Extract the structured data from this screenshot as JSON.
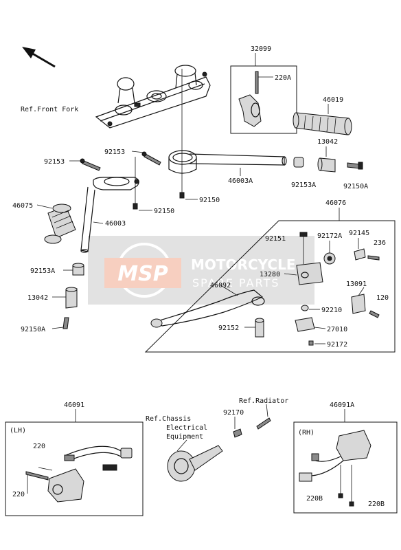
{
  "watermark": {
    "brand": "MSP",
    "line1": "MOTORCYCLE",
    "line2": "SPARE PARTS"
  },
  "labels": {
    "p32099": "32099",
    "p220A": "220A",
    "p46019": "46019",
    "pRefFrontFork": "Ref.Front Fork",
    "p13042a": "13042",
    "p92153a": "92153",
    "p92153b": "92153",
    "p46003A": "46003A",
    "p92153Aa": "92153A",
    "p92150Aa": "92150A",
    "p92150a": "92150",
    "p92150b": "92150",
    "p46075": "46075",
    "p46003": "46003",
    "p46076": "46076",
    "p92151": "92151",
    "p92172A": "92172A",
    "p92145": "92145",
    "p236": "236",
    "p92153Ab": "92153A",
    "p13280": "13280",
    "p46092": "46092",
    "p13091": "13091",
    "p13042b": "13042",
    "p120": "120",
    "p92210": "92210",
    "p92152": "92152",
    "p27010": "27010",
    "p92150Ab": "92150A",
    "p92172": "92172",
    "p46091": "46091",
    "pRefRadiator": "Ref.Radiator",
    "pRefChassis1": "Ref.Chassis",
    "pRefChassis2": "Electrical",
    "pRefChassis3": "Equipment",
    "p92170": "92170",
    "p46091A": "46091A",
    "pLH": "(LH)",
    "pRH": "(RH)",
    "p220a": "220",
    "p220b": "220",
    "p220Ba": "220B",
    "p220Bb": "220B"
  }
}
